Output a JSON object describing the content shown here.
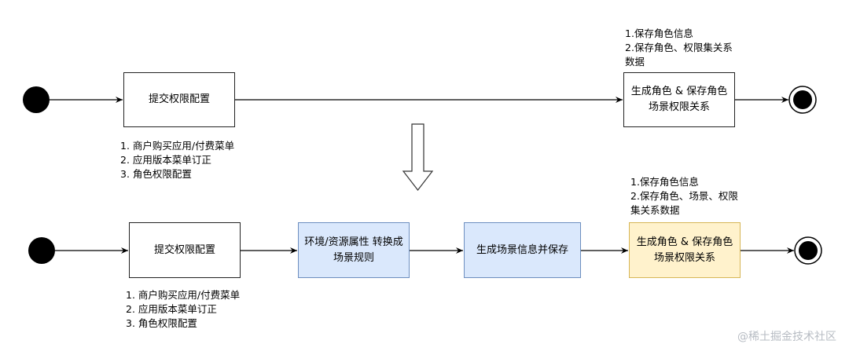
{
  "top_flow": {
    "submit_box": "提交权限配置",
    "submit_notes": [
      "1. 商户购买应用/付费菜单",
      "2. 应用版本菜单订正",
      "3. 角色权限配置"
    ],
    "generate_box": [
      "生成角色 & 保存角色",
      "场景权限关系"
    ],
    "generate_notes": [
      "1.保存角色信息",
      "2.保存角色、权限集关系",
      "数据"
    ]
  },
  "bottom_flow": {
    "submit_box": "提交权限配置",
    "submit_notes": [
      "1. 商户购买应用/付费菜单",
      "2. 应用版本菜单订正",
      "3. 角色权限配置"
    ],
    "convert_box": [
      "环境/资源属性 转换成",
      "场景规则"
    ],
    "scene_box": "生成场景信息并保存",
    "generate_box": [
      "生成角色 & 保存角色",
      "场景权限关系"
    ],
    "generate_notes": [
      "1.保存角色信息",
      "2.保存角色、场景、权限",
      "集关系数据"
    ]
  },
  "colors": {
    "blue_fill": "#dae8fc",
    "blue_stroke": "#6c8ebf",
    "yellow_fill": "#fff2cc",
    "yellow_stroke": "#d6b656"
  },
  "watermark": "@稀土掘金技术社区"
}
